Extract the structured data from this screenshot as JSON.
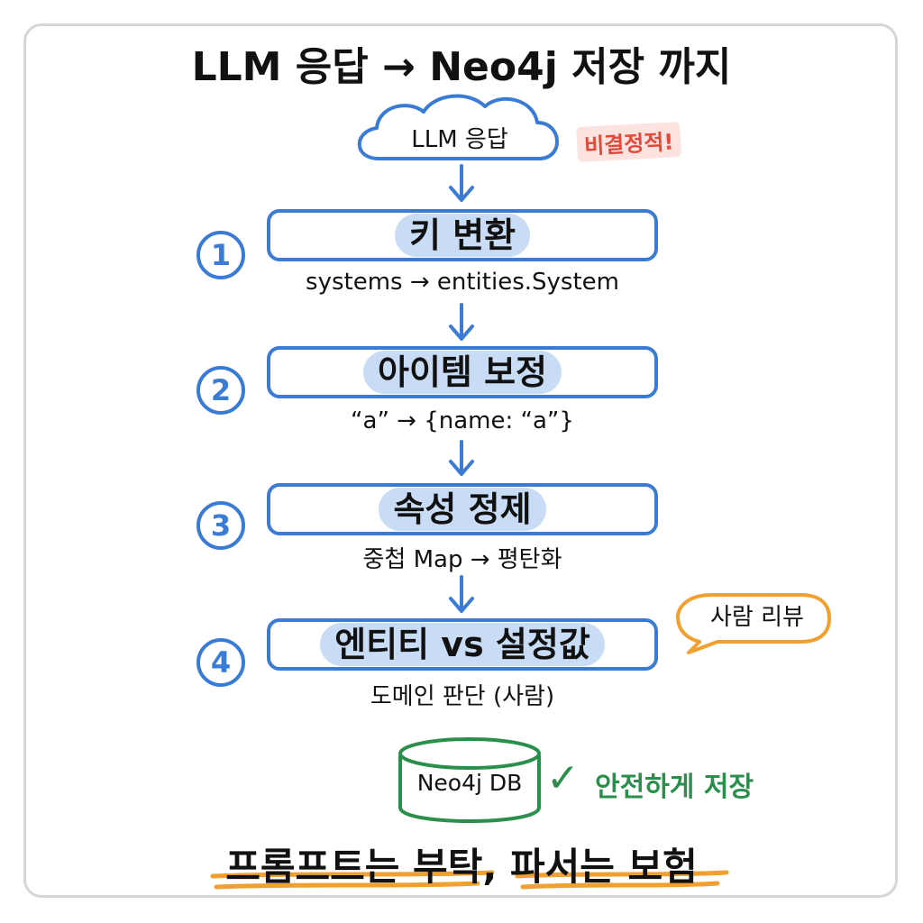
{
  "title": "LLM 응답 → Neo4j 저장 까지",
  "start": {
    "label": "LLM 응답",
    "note": "비결정적!"
  },
  "steps": [
    {
      "num": "1",
      "title": "키 변환",
      "desc": "systems → entities.System"
    },
    {
      "num": "2",
      "title": "아이템 보정",
      "desc": "“a” → {name: “a”}"
    },
    {
      "num": "3",
      "title": "속성 정제",
      "desc": "중첩 Map → 평탄화"
    },
    {
      "num": "4",
      "title": "엔티티 vs 설정값",
      "desc": "도메인 판단 (사람)"
    }
  ],
  "review_bubble": "사람 리뷰",
  "database": {
    "label": "Neo4j DB",
    "note": "안전하게 저장"
  },
  "footer": {
    "part1": "프롬프트는 부탁",
    "sep": ",",
    "part2": "파서는 보험"
  },
  "colors": {
    "blue": "#3a7bd5",
    "highlight": "#c8dcf6",
    "orange": "#f0a030",
    "green": "#2a8f4a",
    "red": "#e04a3a"
  }
}
